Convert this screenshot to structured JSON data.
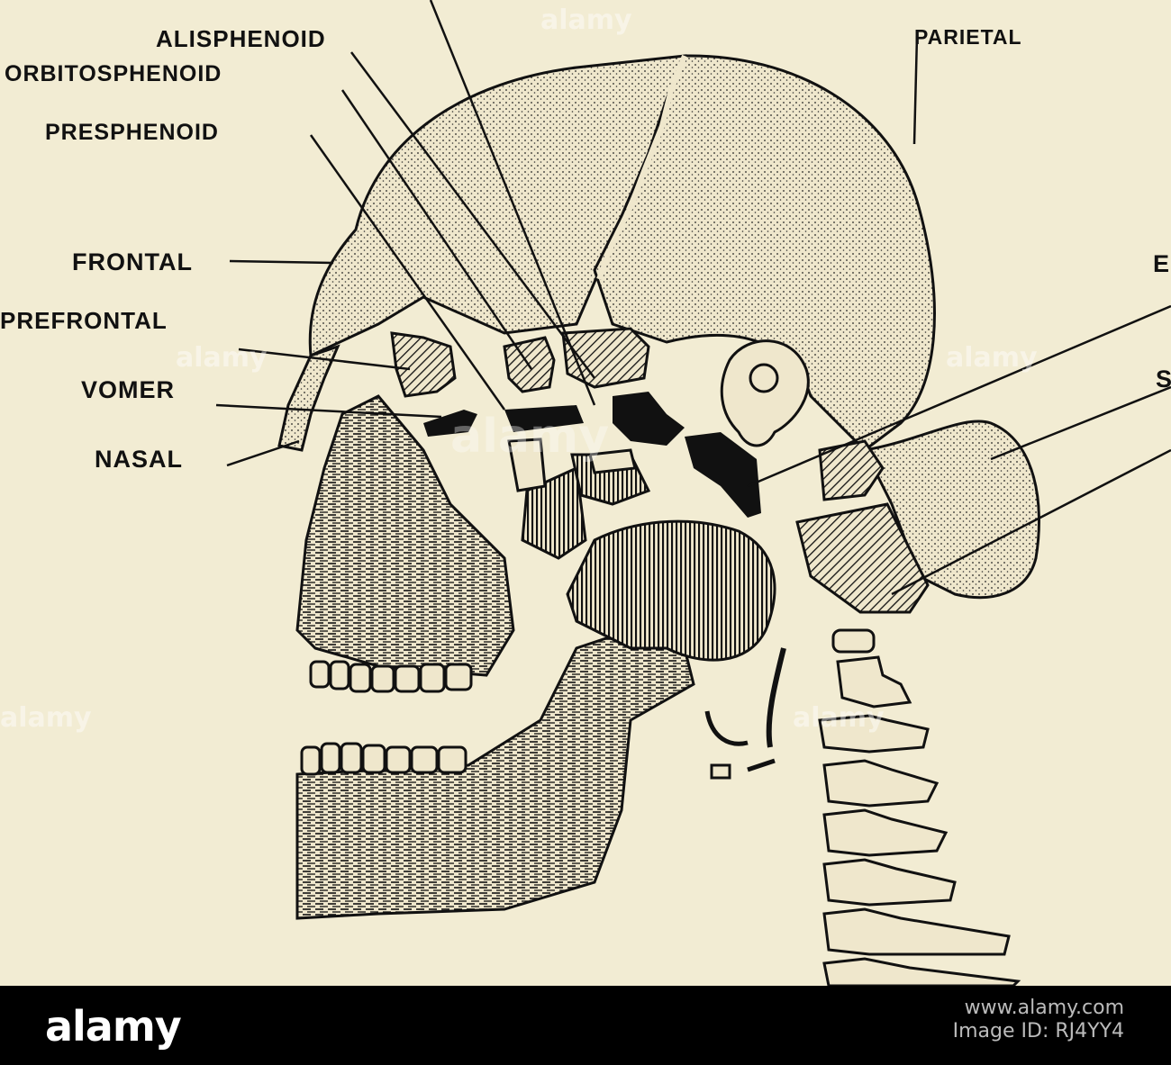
{
  "labels": {
    "alisphenoid": "ALISPHENOID",
    "parietal": "PARIETAL",
    "orbitosphenoid": "ORBITOSPHENOID",
    "presphenoid": "PRESPHENOID",
    "frontal": "FRONTAL",
    "prefrontal": "PREFRONTAL",
    "vomer": "VOMER",
    "nasal": "NASAL",
    "cut_e": "E",
    "cut_s": "S"
  },
  "watermark": {
    "text": "alamy",
    "tile_text": "alamy"
  },
  "stock_bar": {
    "brand": "alamy",
    "image_id": "Image ID: RJ4YY4",
    "url": "www.alamy.com"
  },
  "colors": {
    "paper": "#f2ecd3",
    "ink": "#111111",
    "bar": "#000000"
  }
}
